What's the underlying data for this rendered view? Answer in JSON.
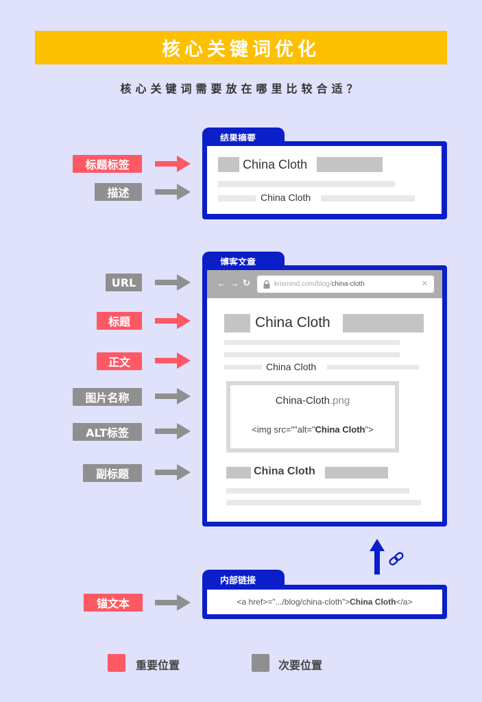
{
  "header": {
    "title": "核心关键词优化",
    "subtitle": "核心关键词需要放在哪里比较合适？"
  },
  "colors": {
    "background": "#e0e1fa",
    "banner": "#fdc000",
    "important": "#fd5965",
    "secondary": "#8f8f8f",
    "frame": "#0a1fc8"
  },
  "search_result": {
    "tab_label": "结果摘要",
    "title_keyword": "China Cloth",
    "description_keyword": "China Cloth",
    "labels": [
      {
        "text": "标题标签",
        "type": "important"
      },
      {
        "text": "描述",
        "type": "secondary"
      }
    ]
  },
  "blog_post": {
    "tab_label": "博客文章",
    "browser": {
      "back_icon": "←",
      "forward_icon": "→",
      "reload_icon": "↻",
      "url_prefix": "krismind.com/blog/",
      "url_slug": "china-cloth",
      "close_icon": "✕"
    },
    "title_keyword": "China Cloth",
    "body_keyword": "China Cloth",
    "image_filename": "China-Cloth",
    "image_ext": ".png",
    "alt_prefix": "<img src=\"\"alt=\"",
    "alt_keyword": "China Cloth",
    "alt_suffix": "\">",
    "subtitle_keyword": "China Cloth",
    "labels": [
      {
        "text": "URL",
        "type": "secondary"
      },
      {
        "text": "标题",
        "type": "important"
      },
      {
        "text": "正文",
        "type": "important"
      },
      {
        "text": "图片名称",
        "type": "secondary"
      },
      {
        "text": "ALT标签",
        "type": "secondary"
      },
      {
        "text": "副标题",
        "type": "secondary"
      }
    ]
  },
  "internal_link": {
    "tab_label": "内部链接",
    "code_prefix": "<a href>=\".../blog/china-cloth\">",
    "code_keyword": "China Cloth",
    "code_suffix": "</a>",
    "labels": [
      {
        "text": "锚文本",
        "type": "important"
      }
    ]
  },
  "legend": {
    "important": "重要位置",
    "secondary": "次要位置"
  }
}
